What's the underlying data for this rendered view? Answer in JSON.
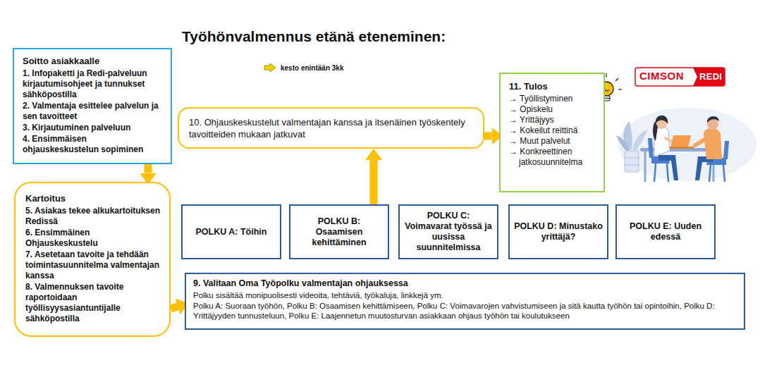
{
  "diagram": {
    "title": "Työhönvalmennus etänä eteneminen:",
    "nodes": [
      {
        "text": [
          "Soitto asiakkaalle",
          "1. Infopaketti ja Redi-palveluun kirjautumisohjeet ja tunnukset sähköpostilla",
          "2. Valmentaja esittelee palvelun ja sen tavoitteet",
          "3. Kirjautuminen palveluun",
          "4. Ensimmäisen ohjauskeskustelun sopiminen"
        ]
      },
      {
        "text": [
          "Kartoitus",
          "5. Asiakas tekee alkukartoituksen Redissä",
          "6. Ensimmäinen Ohjauskeskustelu",
          "7. Asetetaan tavoite ja tehdään toimintasuunnitelma valmentajan kanssa",
          "8. Valmennuksen tavoite raportoidaan työllisyysasiantuntijalle sähköpostilla"
        ]
      },
      {
        "text": [
          "9. Valitaan Oma Työpolku valmentajan ohjauksessa",
          "Polku sisältää monipuolisesti videoita, tehtäviä, työkaluja, linkkejä ym.",
          "Polku A: Suoraan työhön, Polku B: Osaamisen kehittämiseen, Polku C: Voimavarojen vahvistumiseen ja sitä kautta työhön tai opintoihin, Polku D: Yrittäjyyden tunnusteluun, Polku E: Laajennetun muutosturvan asiakkaan ohjaus työhön tai koulutukseen"
        ]
      },
      {
        "text": [
          "POLKU A: Töihin"
        ]
      },
      {
        "text": [
          "POLKU B: Osaamisen kehittäminen"
        ]
      },
      {
        "text": [
          "POLKU C: Voimavarat työssä ja uusissa suunnitelmissa"
        ]
      },
      {
        "text": [
          "POLKU D: Minustako yrittäjä?"
        ]
      },
      {
        "text": [
          "POLKU E: Uuden edessä"
        ]
      },
      {
        "text": [
          "10. Ohjauskeskustelut valmentajan kanssa ja itsenäinen työskentely tavoitteiden mukaan jatkuvat"
        ]
      },
      {
        "text": [
          "11. Tulos",
          "→ Työllistyminen",
          "→ Opiskelu",
          "→ Yrittäjyys",
          "→ Kokeilut reittinä",
          "→ Muut palvelut",
          "→ Konkreettinen jatkosuunnitelma"
        ]
      }
    ],
    "edges": [
      {
        "from": 0,
        "to": 1,
        "arrow": "to"
      },
      {
        "from": 1,
        "to": 2,
        "arrow": "to"
      },
      {
        "from": 4,
        "to": 8,
        "arrow": "to"
      },
      {
        "from": 8,
        "to": 9,
        "arrow": "to"
      }
    ],
    "labels": [
      "CIMSON",
      "REDI"
    ],
    "legend": [
      {
        "text": "kesto enintään 3kk"
      }
    ]
  }
}
